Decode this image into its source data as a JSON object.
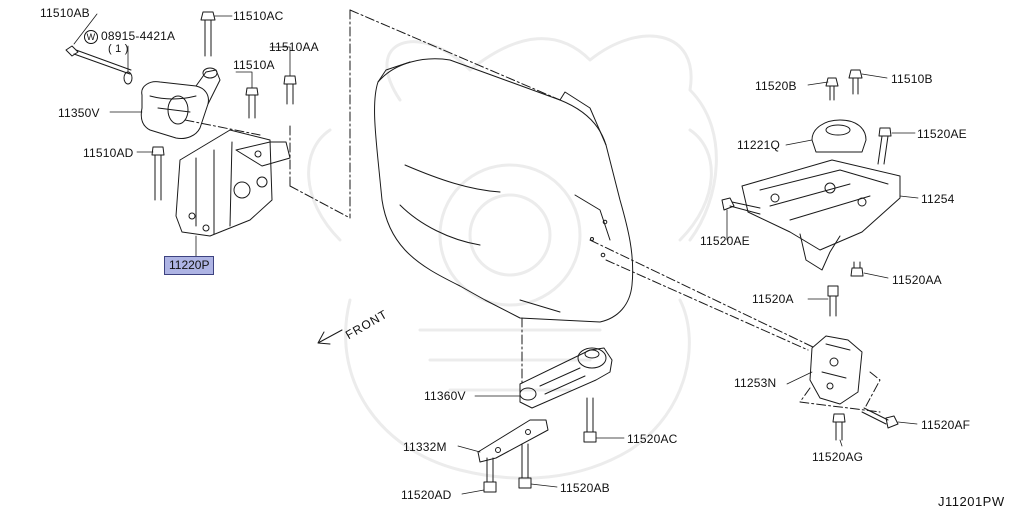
{
  "diagram": {
    "code": "J11201PW",
    "direction_label": "FRONT",
    "highlight_color": "#aeb4e4",
    "parts": {
      "p11510AB": "11510AB",
      "p11510AC": "11510AC",
      "p08915": "08915-4421A",
      "p08915_qty": "( 1 )",
      "p08915_symbol": "W",
      "p11510AA": "11510AA",
      "p11510A": "11510A",
      "p11350V": "11350V",
      "p11510AD": "11510AD",
      "p11220P": "11220P",
      "p11520B": "11520B",
      "p11510B": "11510B",
      "p11221Q": "11221Q",
      "p11520AE_r": "11520AE",
      "p11254": "11254",
      "p11520AE_l": "11520AE",
      "p11520AA": "11520AA",
      "p11520A": "11520A",
      "p11253N": "11253N",
      "p11520AF": "11520AF",
      "p11520AG": "11520AG",
      "p11360V": "11360V",
      "p11520AC": "11520AC",
      "p11332M": "11332M",
      "p11520AD": "11520AD",
      "p11520AB": "11520AB"
    }
  }
}
